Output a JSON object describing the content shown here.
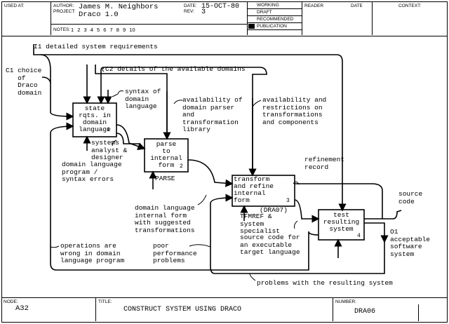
{
  "header": {
    "used_at_label": "USED AT:",
    "author_label": "AUTHOR:",
    "project_label": "PROJECT:",
    "author": "James M. Neighbors",
    "project": "Draco 1.0",
    "date_label": "DATE:",
    "date": "15-OCT-80",
    "rev_label": "REV:",
    "rev": "3",
    "notes_label": "NOTES:",
    "notes_numbers": "1 2 3 4 5 6 7 8 9 10",
    "status": [
      "WORKING",
      "DRAFT",
      "RECOMMENDED",
      "PUBLICATION"
    ],
    "reader_label": "READER",
    "reader_date_label": "DATE",
    "context_label": "CONTEXT:"
  },
  "boxes": [
    {
      "text": "state\nrqts. in\ndomain\nlanguage",
      "num": "1"
    },
    {
      "text": "parse\nto\ninternal\nform",
      "num": "2"
    },
    {
      "text": "transform\nand refine\ninternal\nform",
      "num": "3"
    },
    {
      "text": "test\nresulting\nsystem",
      "num": "4"
    }
  ],
  "arrows": {
    "i1": "I1 detailed system requirements",
    "c1": "C1 choice\n   of\n   Draco\n   domain",
    "c2": "C2 details of the available domains",
    "syntax": "syntax of\ndomain\nlanguage",
    "availability_parser": "availability of\ndomain parser\nand\ntransformation\nlibrary",
    "availability_restrictions": "availability and\nrestrictions on\ntransformations\nand components",
    "systems_analyst": "systems\nanalyst &\ndesigner",
    "dl_program": "domain language\nprogram /\nsyntax errors",
    "parse": "PARSE",
    "refinement": "refinement\nrecord",
    "internal_form": "domain language\ninternal form\nwith suggested\ntransformations",
    "dra07": "(DRA07)",
    "tfmref": "TFMREF &\nsystem\nspecialist",
    "source_exec": "source code for\nan executable\ntarget language",
    "source_code": "source\ncode",
    "o1": "O1\nacceptable\nsoftware\nsystem",
    "operations": "operations are\nwrong in domain\nlanguage program",
    "poor": "poor\nperformance\nproblems",
    "problems": "problems with the resulting system"
  },
  "footer": {
    "node_label": "NODE:",
    "node": "A32",
    "title_label": "TITLE:",
    "title": "CONSTRUCT SYSTEM USING DRACO",
    "number_label": "NUMBER:",
    "number": "DRA06"
  }
}
